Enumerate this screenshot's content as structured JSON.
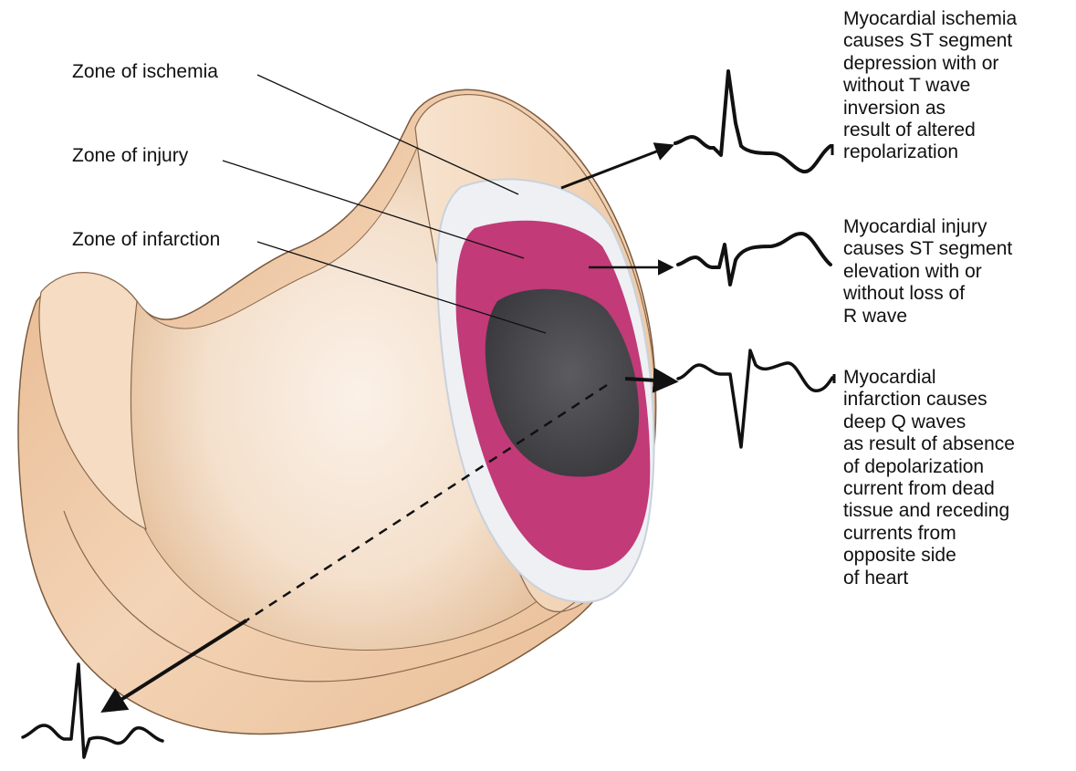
{
  "zone_labels": {
    "ischemia": "Zone of ischemia",
    "injury": "Zone of injury",
    "infarction": "Zone of infarction"
  },
  "descriptions": {
    "ischemia": [
      "Myocardial ischemia",
      "causes ST segment",
      "depression with or",
      "without T wave",
      "inversion as",
      "result of altered",
      "repolarization"
    ],
    "injury": [
      "Myocardial injury",
      "causes ST segment",
      "elevation with or",
      "without loss of",
      "R wave"
    ],
    "infarction": [
      "Myocardial",
      "infarction causes",
      "deep Q waves",
      "as result of absence",
      "of depolarization",
      "current from dead",
      "tissue and receding",
      "currents from",
      "opposite side",
      "of heart"
    ]
  },
  "colors": {
    "tissue": "#f1d2b3",
    "tissue_shadow": "#d9a87c",
    "ischemia": "#eef0f4",
    "injury": "#c23a78",
    "infarction": "#4a4a4e",
    "ink": "#111111"
  }
}
